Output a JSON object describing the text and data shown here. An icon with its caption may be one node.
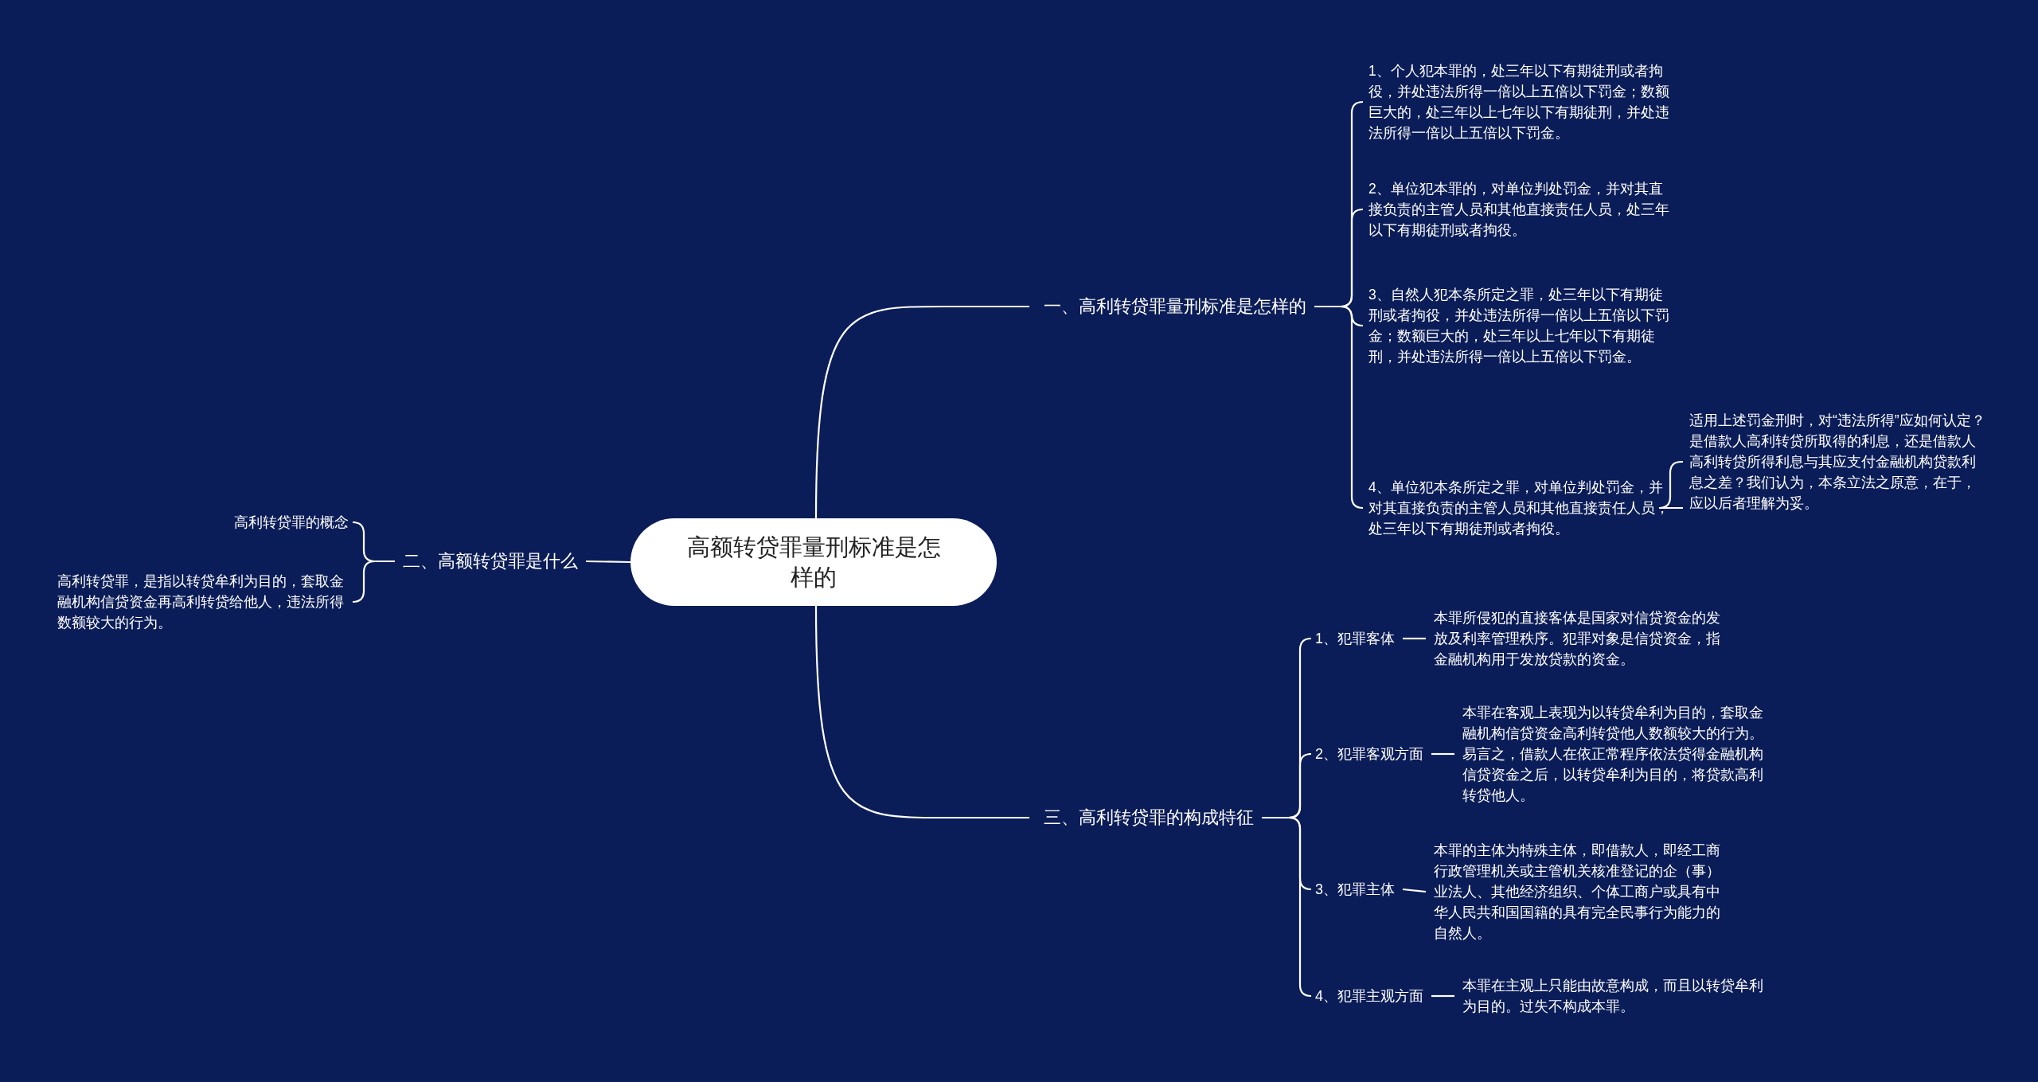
{
  "diagram": {
    "nodes": [
      {
        "text": [
          "高额转贷罪量刑标准是怎样的"
        ]
      },
      {
        "text": [
          "一、高利转贷罪量刑标准是怎样的"
        ]
      },
      {
        "text": [
          "1、个人犯本罪的，处三年以下有期徒刑或者拘役，并处违法所得一倍以上五倍以下罚金；数额巨大的，处三年以上七年以下有期徒刑，并处违法所得一倍以上五倍以下罚金。"
        ]
      },
      {
        "text": [
          "2、单位犯本罪的，对单位判处罚金，并对其直接负责的主管人员和其他直接责任人员，处三年以下有期徒刑或者拘役。"
        ]
      },
      {
        "text": [
          "3、自然人犯本条所定之罪，处三年以下有期徒刑或者拘役，并处违法所得一倍以上五倍以下罚金；数额巨大的，处三年以上七年以下有期徒刑，并处违法所得一倍以上五倍以下罚金。"
        ]
      },
      {
        "text": [
          "4、单位犯本条所定之罪，对单位判处罚金，并对其直接负责的主管人员和其他直接责任人员，处三年以下有期徒刑或者拘役。"
        ]
      },
      {
        "text": [
          "适用上述罚金刑时，对“违法所得”应如何认定？是借款人高利转贷所取得的利息，还是借款人高利转贷所得利息与其应支付金融机构贷款利息之差？我们认为，本条立法之原意，在于，应以后者理解为妥。"
        ]
      },
      {
        "text": [
          "二、高额转贷罪是什么"
        ]
      },
      {
        "text": [
          "高利转贷罪的概念"
        ]
      },
      {
        "text": [
          "高利转贷罪，是指以转贷牟利为目的，套取金融机构信贷资金再高利转贷给他人，违法所得数额较大的行为。"
        ]
      },
      {
        "text": [
          "三、高利转贷罪的构成特征"
        ]
      },
      {
        "text": [
          "1、犯罪客体"
        ]
      },
      {
        "text": [
          "本罪所侵犯的直接客体是国家对信贷资金的发放及利率管理秩序。犯罪对象是信贷资金，指金融机构用于发放贷款的资金。"
        ]
      },
      {
        "text": [
          "2、犯罪客观方面"
        ]
      },
      {
        "text": [
          "本罪在客观上表现为以转贷牟利为目的，套取金融机构信贷资金高利转贷他人数额较大的行为。易言之，借款人在依正常程序依法贷得金融机构信贷资金之后，以转贷牟利为目的，将贷款高利转贷他人。"
        ]
      },
      {
        "text": [
          "3、犯罪主体"
        ]
      },
      {
        "text": [
          "本罪的主体为特殊主体，即借款人，即经工商行政管理机关或主管机关核准登记的企（事）业法人、其他经济组织、个体工商户或具有中华人民共和国国籍的具有完全民事行为能力的自然人。"
        ]
      },
      {
        "text": [
          "4、犯罪主观方面"
        ]
      },
      {
        "text": [
          "本罪在主观上只能由故意构成，而且以转贷牟利为目的。过失不构成本罪。"
        ]
      }
    ],
    "edges": [
      {
        "from": 0,
        "to": 1,
        "arrow": "none"
      },
      {
        "from": 1,
        "to": 2,
        "arrow": "none"
      },
      {
        "from": 1,
        "to": 3,
        "arrow": "none"
      },
      {
        "from": 1,
        "to": 4,
        "arrow": "none"
      },
      {
        "from": 1,
        "to": 5,
        "arrow": "none"
      },
      {
        "from": 5,
        "to": 6,
        "arrow": "none"
      },
      {
        "from": 0,
        "to": 7,
        "arrow": "none"
      },
      {
        "from": 7,
        "to": 8,
        "arrow": "none"
      },
      {
        "from": 7,
        "to": 9,
        "arrow": "none"
      },
      {
        "from": 0,
        "to": 10,
        "arrow": "none"
      },
      {
        "from": 10,
        "to": 11,
        "arrow": "none"
      },
      {
        "from": 11,
        "to": 12,
        "arrow": "none"
      },
      {
        "from": 10,
        "to": 13,
        "arrow": "none"
      },
      {
        "from": 13,
        "to": 14,
        "arrow": "none"
      },
      {
        "from": 10,
        "to": 15,
        "arrow": "none"
      },
      {
        "from": 15,
        "to": 16,
        "arrow": "none"
      },
      {
        "from": 10,
        "to": 17,
        "arrow": "none"
      },
      {
        "from": 17,
        "to": 18,
        "arrow": "none"
      }
    ]
  }
}
